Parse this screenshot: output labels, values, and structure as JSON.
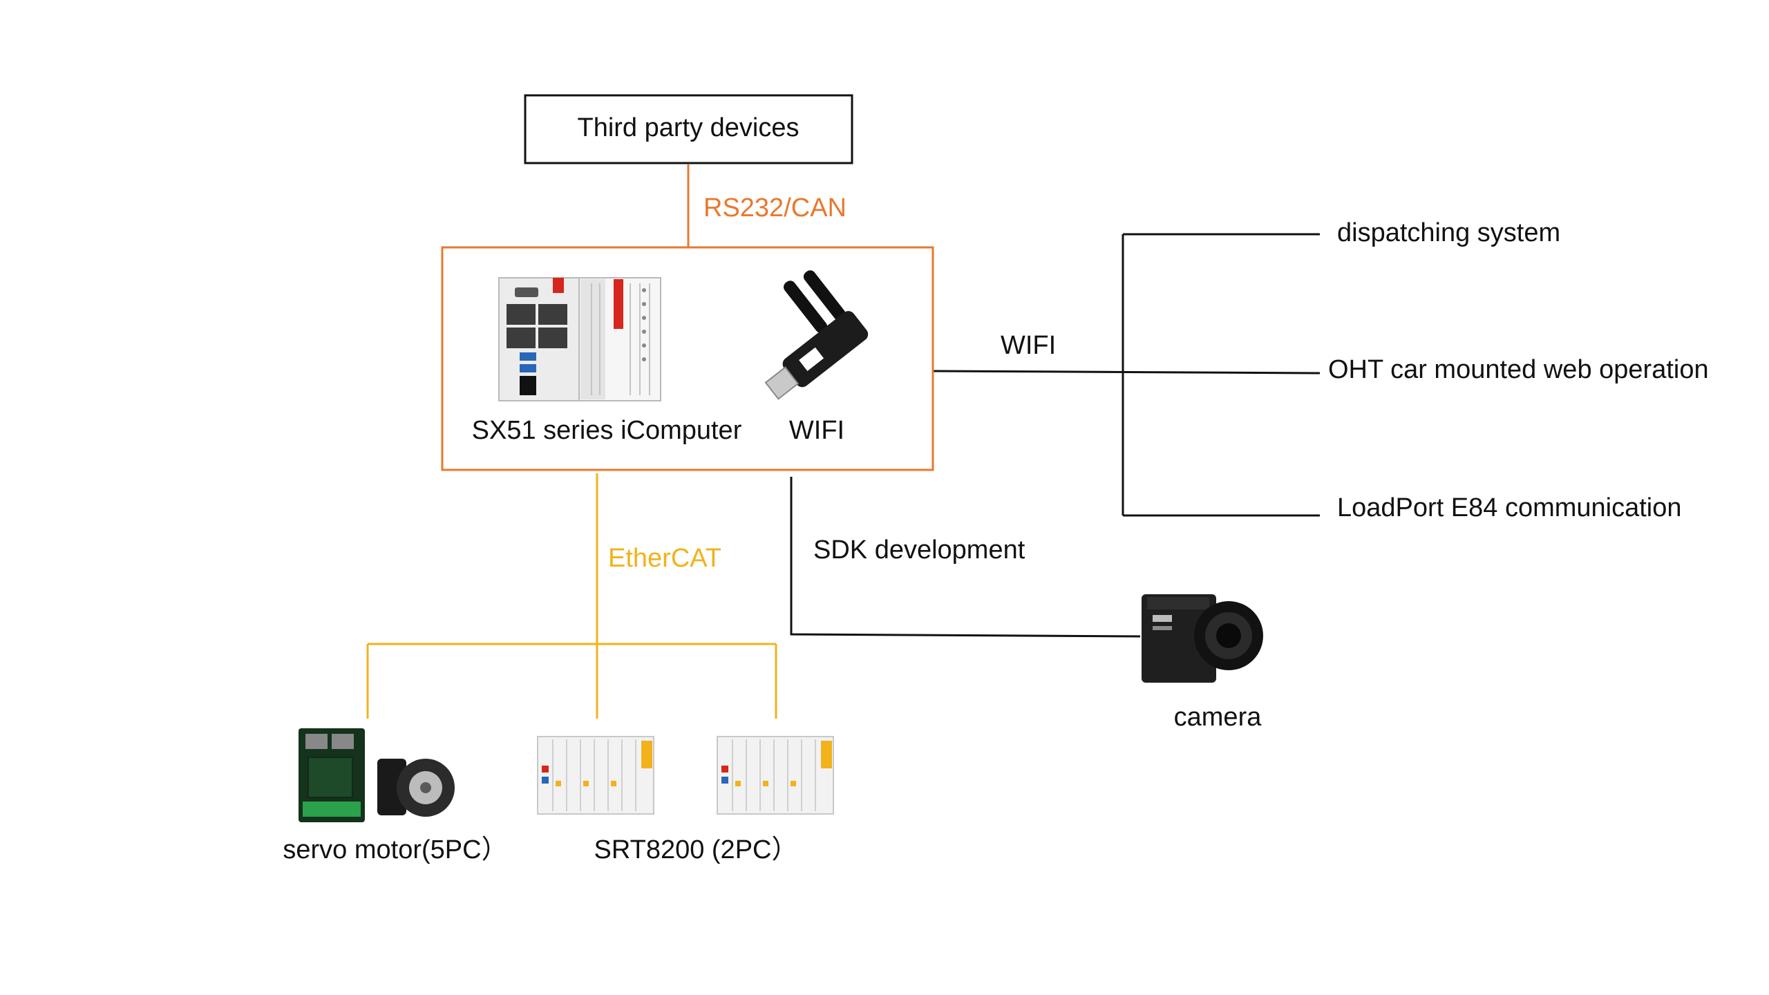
{
  "nodes": {
    "third_party": "Third party devices",
    "icomputer": "SX51 series iComputer",
    "wifi_adapter": "WIFI",
    "dispatching": "dispatching system",
    "oht": "OHT car mounted web operation",
    "loadport": "LoadPort E84 communication",
    "camera": "camera",
    "servo": "servo motor(5PC）",
    "srt": "SRT8200 (2PC）"
  },
  "links": {
    "rs232": "RS232/CAN",
    "wifi": "WIFI",
    "ethercat": "EtherCAT",
    "sdk": "SDK development"
  },
  "colors": {
    "controller_border": "#e8792e",
    "rs232_line": "#e8792e",
    "ethercat_line": "#f2b21b",
    "default_line": "#111111"
  }
}
